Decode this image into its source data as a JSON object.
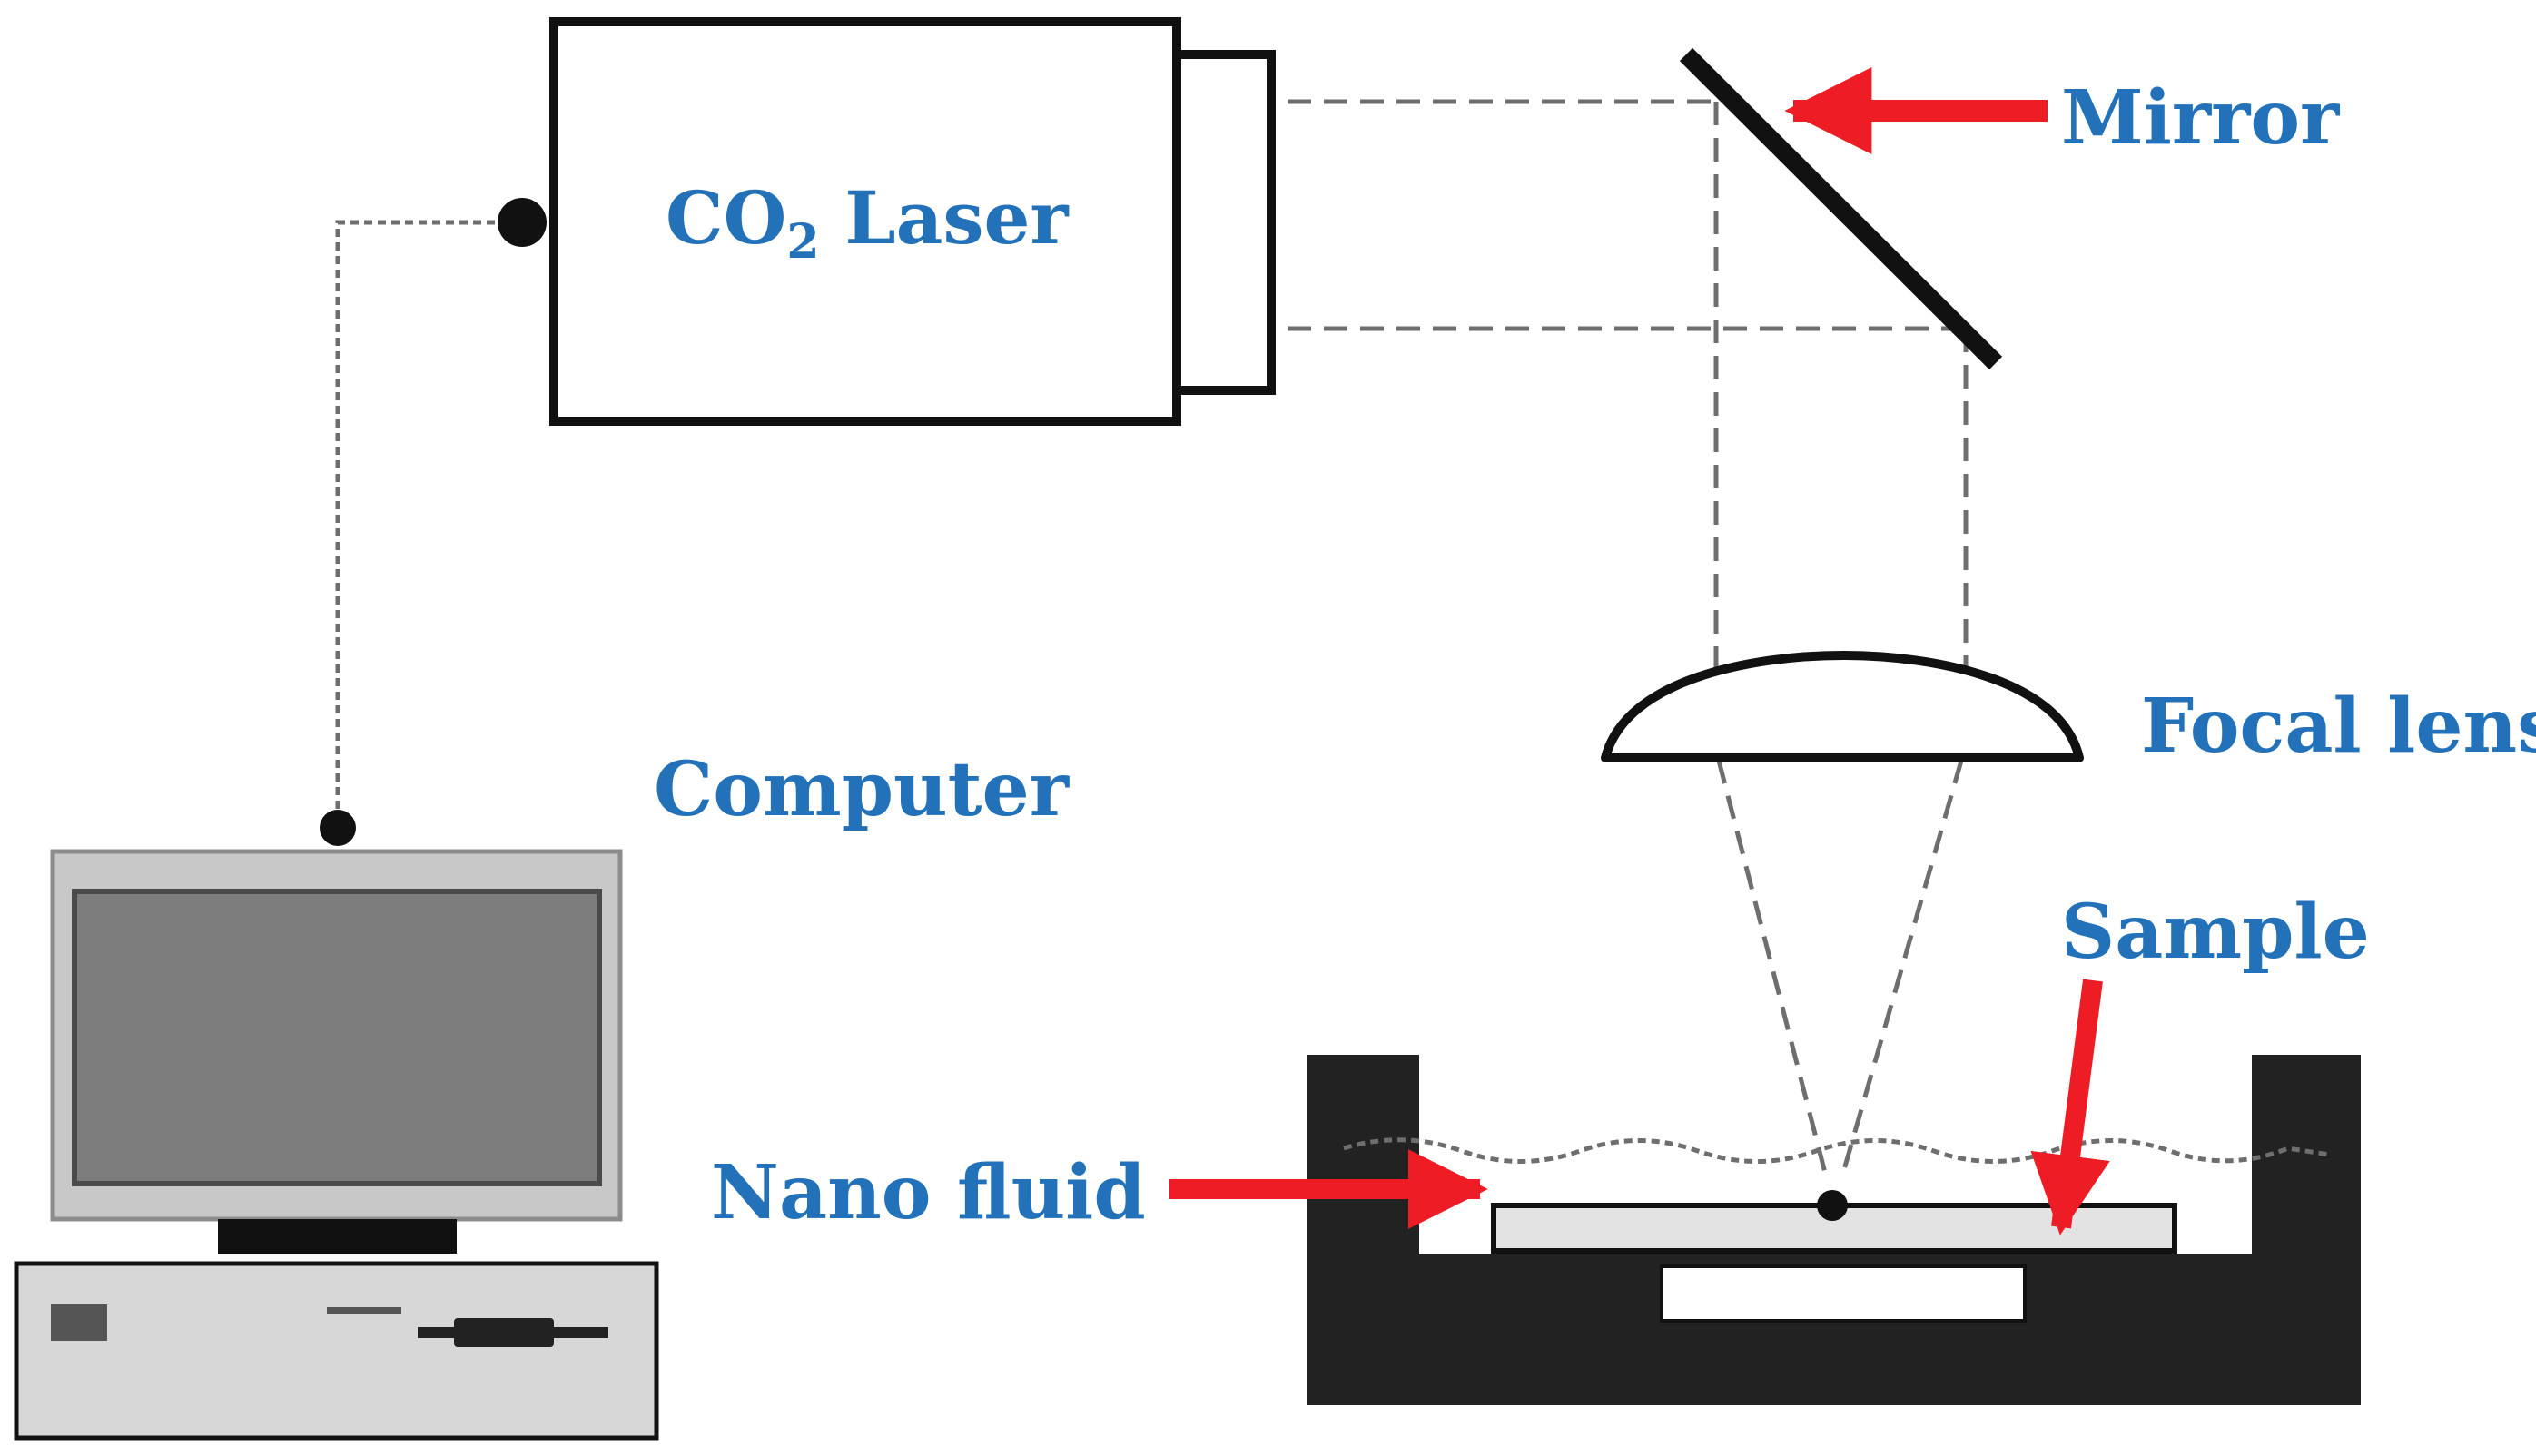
{
  "labels": {
    "laser_prefix": "CO",
    "laser_subscript": "2",
    "laser_suffix": " Laser",
    "mirror": "Mirror",
    "focal_lens": "Focal lens",
    "computer": "Computer",
    "sample": "Sample",
    "nano_fluid": "Nano fluid"
  },
  "colors": {
    "label_text": "#2372b9",
    "arrow": "#ee1c24",
    "outline": "#111111",
    "beam": "#6e6e6e",
    "holder": "#222222",
    "sample_plate": "#e3e3e3",
    "monitor_screen": "#7d7d7d",
    "monitor_bezel": "#c8c8c8",
    "cpu_case": "#d7d7d7"
  }
}
